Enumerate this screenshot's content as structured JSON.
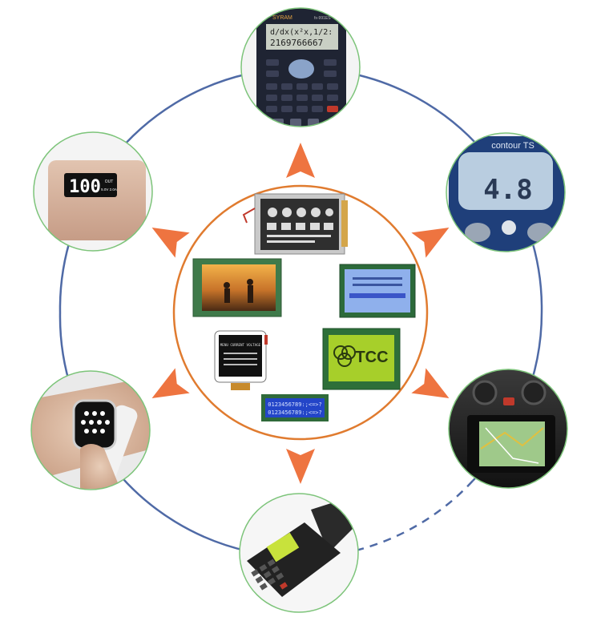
{
  "colors": {
    "outer_ring": "#4f6aa6",
    "inner_ring": "#e07b2f",
    "arrow": "#ee7440",
    "node_border": "#7dc47a",
    "lcd_green": "#a7cf2a",
    "lcd_blue": "#3a63d8"
  },
  "nodes": [
    {
      "id": "calculator",
      "icon": "scientific-calculator-icon"
    },
    {
      "id": "glucose-meter",
      "icon": "glucose-meter-icon"
    },
    {
      "id": "car-navigation",
      "icon": "car-navigation-icon"
    },
    {
      "id": "pos-terminal",
      "icon": "pos-terminal-icon"
    },
    {
      "id": "smartwatch",
      "icon": "smartwatch-icon"
    },
    {
      "id": "power-bank",
      "icon": "power-bank-icon"
    }
  ],
  "texts": {
    "calc_brand": "SYRAM",
    "calc_model": "fx-991ES",
    "calc_line1": "d/dx(x²x,1/2:",
    "calc_line2": "2169766667",
    "meter_brand": "contour TS",
    "meter_reading": "4.8",
    "bank_reading": "100",
    "bank_out": "OUT",
    "bank_spec": "5.0V 2.0A",
    "tcc_logo": "TCC",
    "char_line1": "0123456789:;<=>?",
    "char_line2": "0123456789:;<=>?",
    "oled_header": "MENU CURRENT VOLTAGE"
  }
}
